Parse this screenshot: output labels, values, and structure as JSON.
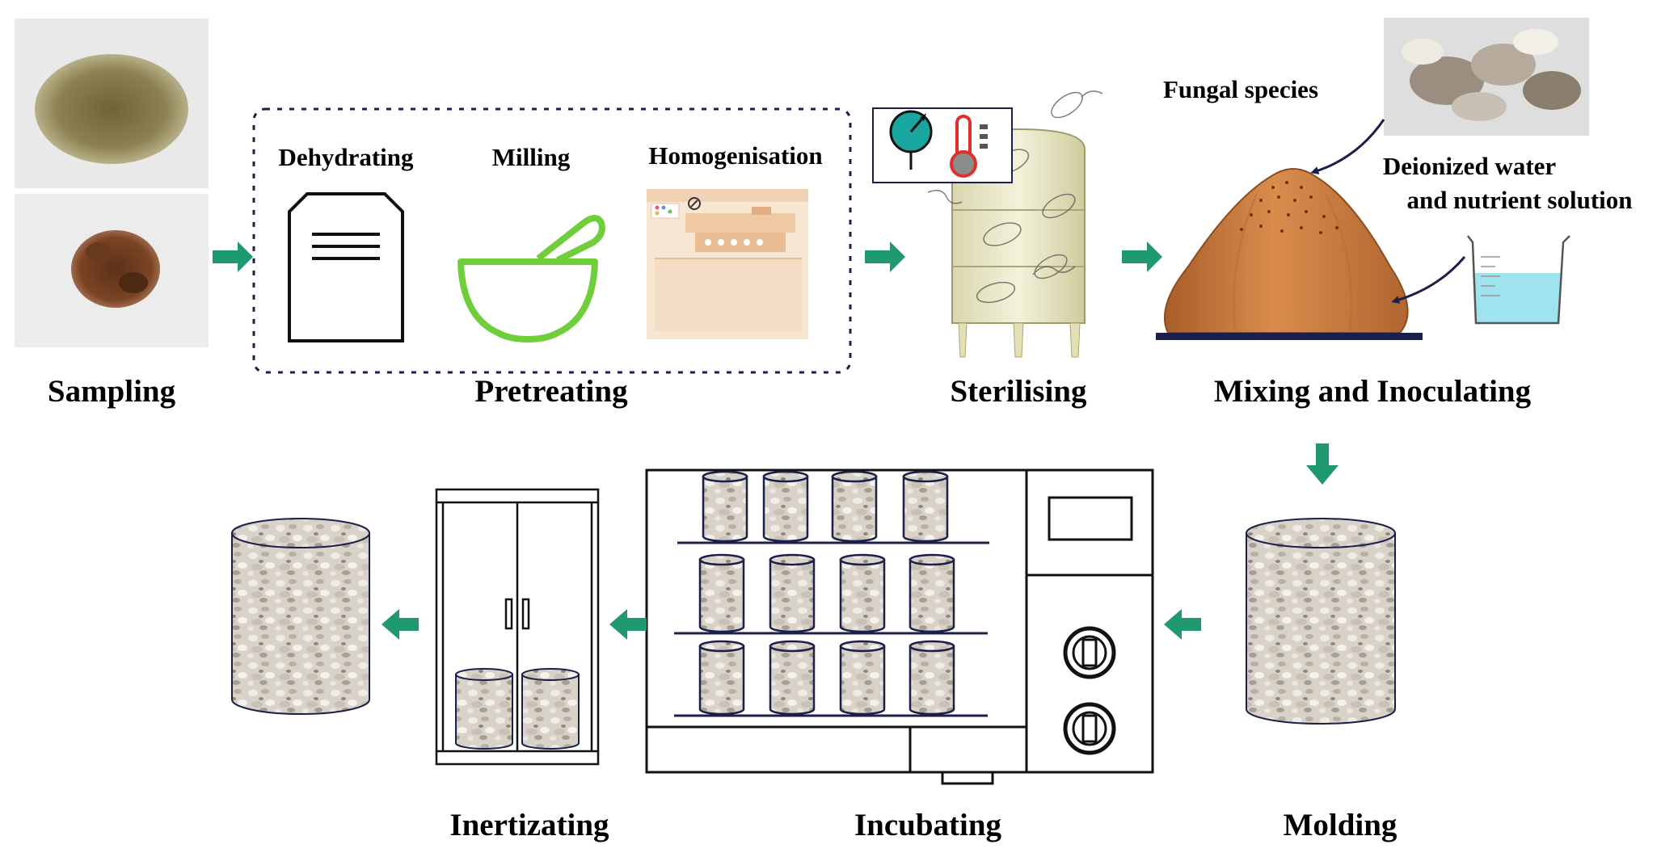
{
  "steps": {
    "sampling": "Sampling",
    "pretreating": "Pretreating",
    "dehydrating": "Dehydrating",
    "milling": "Milling",
    "homogenisation": "Homogenisation",
    "sterilising": "Sterilising",
    "mixing": "Mixing and Inoculating",
    "molding": "Molding",
    "incubating": "Incubating",
    "inertizating": "Inertizating"
  },
  "annotations": {
    "fungal": "Fungal species",
    "water_line1": "Deionized water",
    "water_line2": "and nutrient solution"
  },
  "colors": {
    "arrow": "#1e9a6e",
    "mortar": "#6fcf3a",
    "mound": "#c97a3f",
    "tank": "#e9e8c6",
    "outline": "#1b1f4a",
    "water": "#9fe3ee"
  },
  "icons": [
    "document-icon",
    "mortar-pestle-icon",
    "homogenizer-icon",
    "thermometer-icon",
    "gauge-icon",
    "beaker-icon",
    "cabinet-icon",
    "incubator-icon"
  ]
}
